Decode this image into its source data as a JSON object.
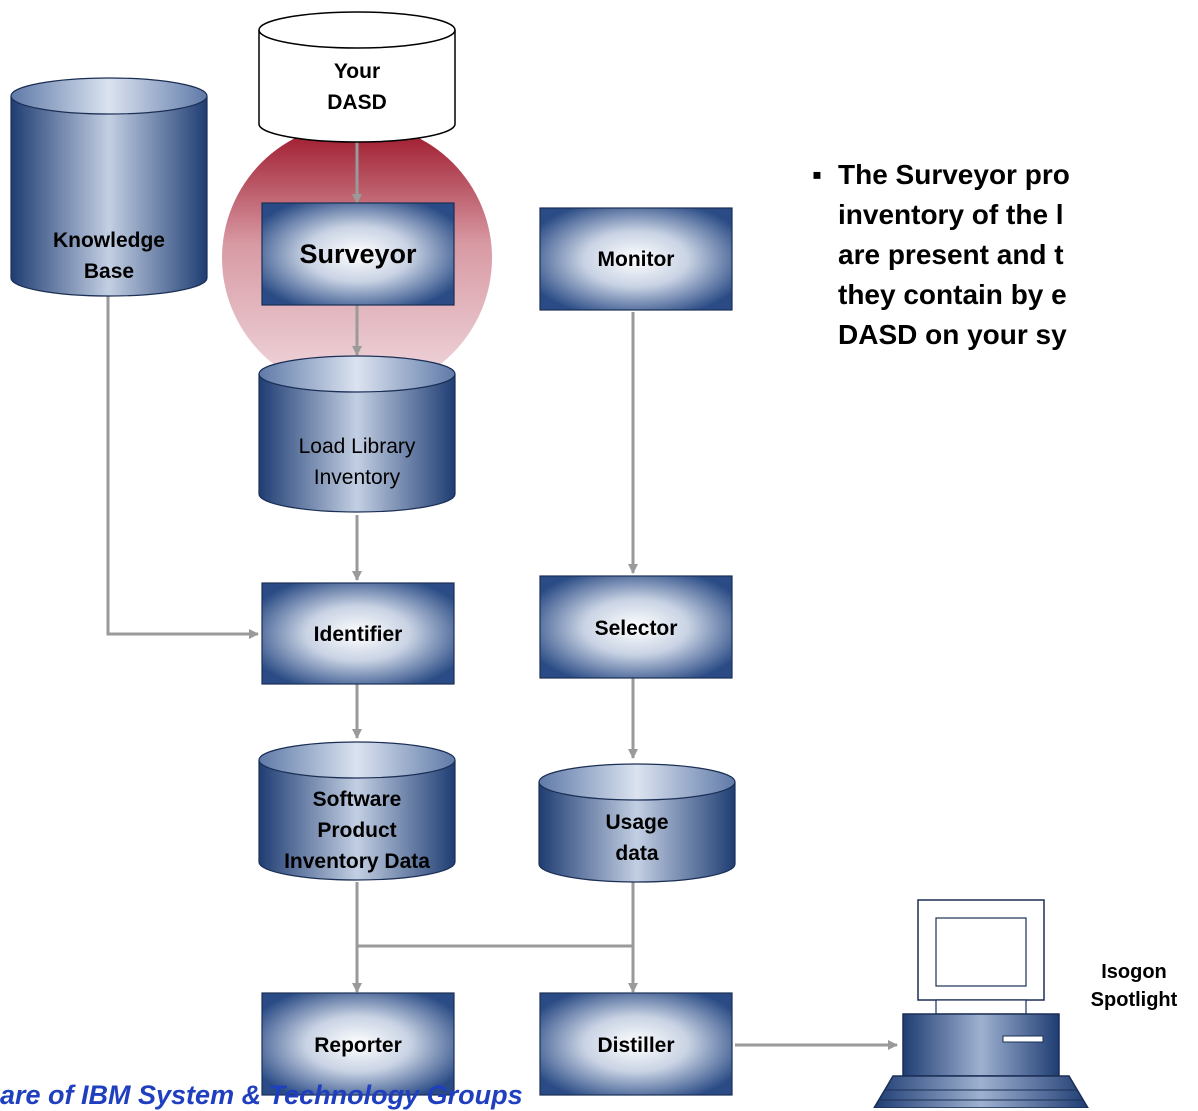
{
  "nodes": {
    "your_dasd": [
      "Your",
      "DASD"
    ],
    "knowledge_base": [
      "Knowledge",
      "Base"
    ],
    "surveyor": [
      "Surveyor"
    ],
    "monitor": [
      "Monitor"
    ],
    "load_library_inventory": [
      "Load Library",
      "Inventory"
    ],
    "identifier": [
      "Identifier"
    ],
    "selector": [
      "Selector"
    ],
    "software_product_inventory": [
      "Software",
      "Product",
      "Inventory Data"
    ],
    "usage_data": [
      "Usage",
      "data"
    ],
    "reporter": [
      "Reporter"
    ],
    "distiller": [
      "Distiller"
    ],
    "isogon_spotlight": [
      "Isogon",
      "Spotlight"
    ]
  },
  "bullet": {
    "marker": "▪",
    "lines": [
      "The Surveyor pro",
      "inventory of the l",
      "are present and t",
      "they contain by e",
      "DASD on your sy"
    ]
  },
  "footer": "are of IBM System & Technology Groups",
  "colors": {
    "box_dark": "#2b4f8a",
    "box_light": "#ffffff",
    "arrow": "#9a9a9a",
    "highlight": "#a0182a"
  }
}
